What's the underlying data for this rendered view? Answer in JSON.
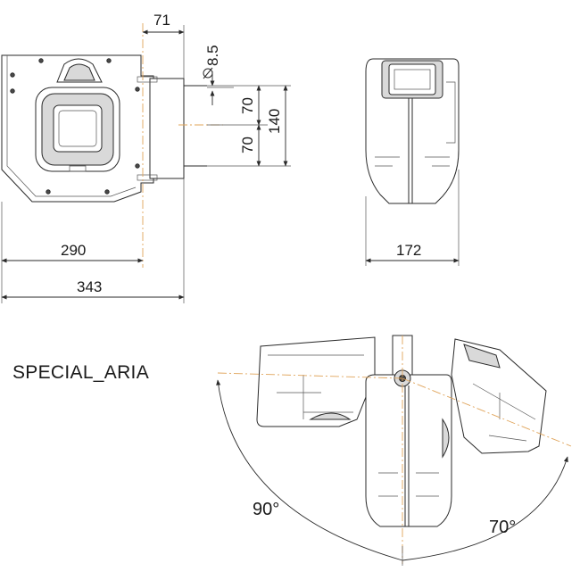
{
  "dimensions": {
    "bracket_offset": "71",
    "hole_diameter": "8.5",
    "hole_spacing_upper": "70",
    "hole_spacing_lower": "70",
    "hole_spacing_total": "140",
    "body_width": "290",
    "overall_width": "343",
    "depth": "172"
  },
  "rotation": {
    "left_angle": "90°",
    "right_angle": "70°"
  },
  "model_label": "SPECIAL_ARIA",
  "colors": {
    "line": "#2a2a2a",
    "centerline": "#e0a45a"
  }
}
